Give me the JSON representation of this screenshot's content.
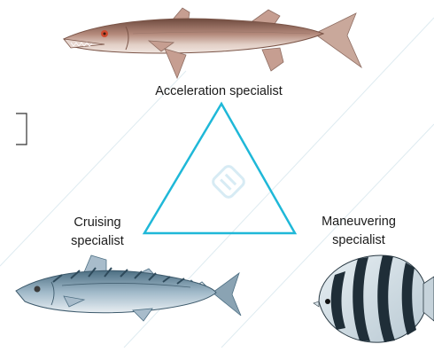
{
  "labels": {
    "top": "Acceleration specialist",
    "left_line1": "Cruising",
    "left_line2": "specialist",
    "right_line1": "Maneuvering",
    "right_line2": "specialist"
  },
  "colors": {
    "triangle": "#1fb8d8",
    "label": "#1a1a1a",
    "watermark": "#cfe8f2"
  },
  "icons": {
    "top_fish": "barracuda-icon",
    "left_fish": "mackerel-icon",
    "right_fish": "butterflyfish-icon",
    "watermark": "watermark-logo"
  }
}
